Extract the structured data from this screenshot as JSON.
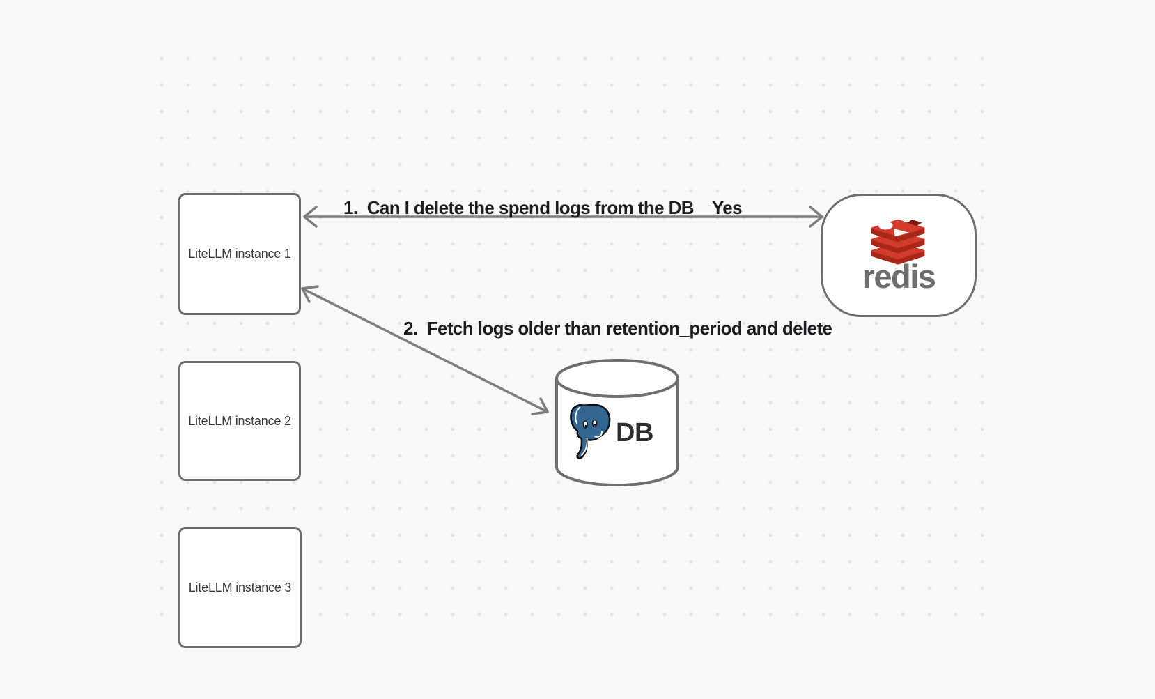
{
  "diagram": {
    "instances": [
      {
        "label": "LiteLLM instance 1"
      },
      {
        "label": "LiteLLM instance 2"
      },
      {
        "label": "LiteLLM instance 3"
      }
    ],
    "redis": {
      "wordmark": "redis"
    },
    "db": {
      "label": "DB"
    },
    "edges": [
      {
        "label": "1.  Can I delete the spend logs from the DB",
        "response": "Yes"
      },
      {
        "label": "2.  Fetch logs older than retention_period and delete"
      }
    ],
    "colors": {
      "background": "#f8f8f8",
      "grid_dot": "#e4e4e4",
      "node_border": "#6e6e6e",
      "node_fill": "#ffffff",
      "arrow": "#7d7d7d",
      "edge_label_text": "#1d1d1f",
      "node_label_text": "#3b3b3b",
      "redis_red": "#d23b2b",
      "redis_red_dark": "#a82719",
      "redis_notch_dark": "#7f170d",
      "redis_wordmark_gray": "#6d6d6d",
      "postgres_blue": "#336791",
      "db_text": "#2e2e2e"
    }
  }
}
